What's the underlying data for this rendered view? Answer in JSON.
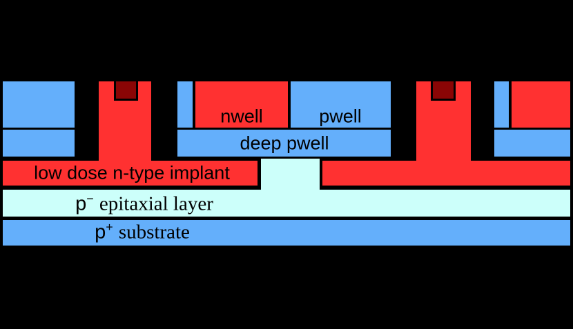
{
  "canvas": {
    "background": "#000000"
  },
  "colors": {
    "background": "#000000",
    "n_type": "#FF3131",
    "p_type": "#64AFFB",
    "epitaxial": "#CCFFFA",
    "deep_contact": "#8A0505",
    "outline": "#000000",
    "text": "#000000"
  },
  "labels": {
    "nwell": "nwell",
    "pwell": "pwell",
    "deep_pwell": "deep pwell",
    "implant": "low dose n-type implant",
    "epitaxial": {
      "symbol": "p",
      "sup": "−",
      "rest": "epitaxial layer"
    },
    "substrate": {
      "symbol": "p",
      "sup": "+",
      "rest": "substrate"
    }
  }
}
